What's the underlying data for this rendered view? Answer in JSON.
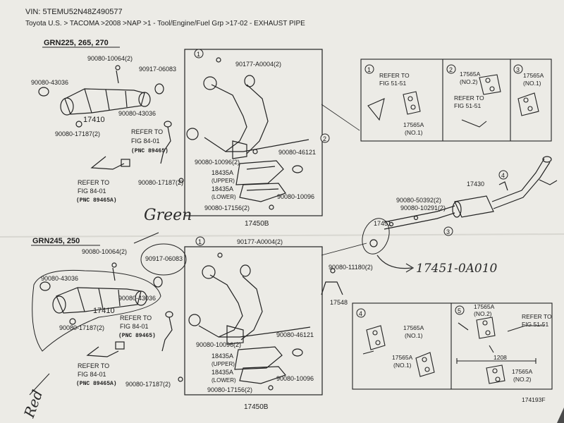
{
  "header": {
    "vin": "VIN: 5TEMU52N48Z490577",
    "breadcrumb": "Toyota U.S. > TACOMA >2008 >NAP >1 - Tool/Engine/Fuel Grp >17-02 - EXHAUST PIPE"
  },
  "groups": {
    "top": "GRN225, 265, 270",
    "bottom": "GRN245, 250"
  },
  "labels": {
    "p_10064": "90080-10064(2)",
    "p_06083": "90917-06083",
    "p_43036": "90080-43036",
    "p_17410": "17410",
    "p_17187": "90080-17187(2)",
    "p_a0004": "90177-A0004(2)",
    "p_46121": "90080-46121",
    "p_10096_2": "90080-10096(2)",
    "p_10096": "90080-10096",
    "p_18435a": "18435A",
    "upper": "(UPPER)",
    "lower": "(LOWER)",
    "p_17156": "90080-17156(2)",
    "p_17450b": "17450B",
    "refer_to": "REFER TO",
    "fig_84": "FIG 84-01",
    "pnc_89465": "(PNC 89465)",
    "pnc_89465a": "(PNC 89465A)",
    "fig_51": "FIG 51-51",
    "p_17565a": "17565A",
    "no1": "(NO.1)",
    "no2": "(NO.2)",
    "p_17430": "17430",
    "p_50392": "90080-50392(2)",
    "p_10291": "90080-10291(2)",
    "p_17451": "17451",
    "p_11180": "90080-11180(2)",
    "p_17548": "17548",
    "dim_1208": "1208",
    "fig_code": "174193F"
  },
  "callouts": [
    "1",
    "2",
    "3",
    "4",
    "5"
  ],
  "handwriting": {
    "green": "Green",
    "red": "Red",
    "part_number": "17451-0A010"
  }
}
